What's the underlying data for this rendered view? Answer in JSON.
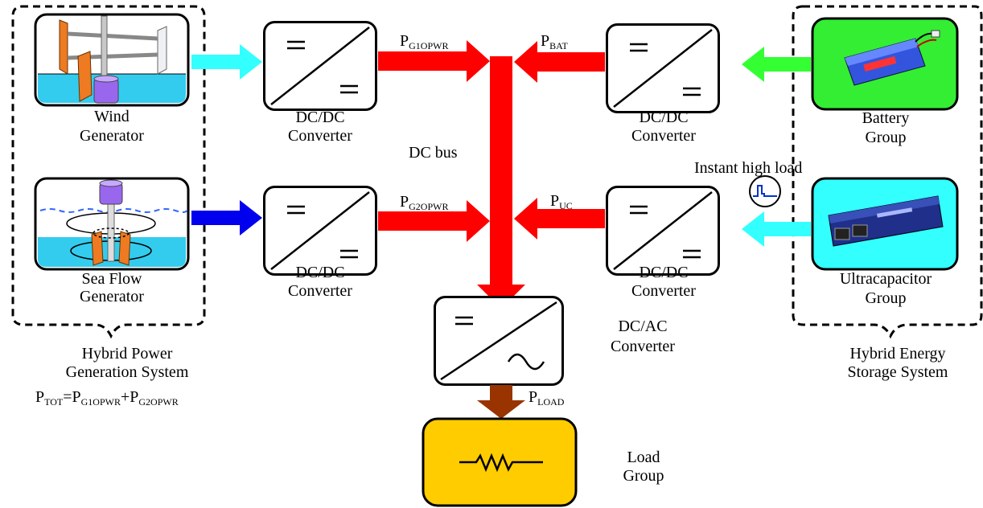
{
  "groups": {
    "generation": {
      "line1": "Hybrid Power",
      "line2": "Generation System"
    },
    "storage": {
      "line1": "Hybrid Energy",
      "line2": "Storage System"
    }
  },
  "sources": {
    "wind": {
      "line1": "Wind",
      "line2": "Generator"
    },
    "sea": {
      "line1": "Sea Flow",
      "line2": "Generator"
    },
    "battery": {
      "line1": "Battery",
      "line2": "Group"
    },
    "ultracap": {
      "line1": "Ultracapacitor",
      "line2": "Group"
    }
  },
  "converters": {
    "dcdc": {
      "line1": "DC/DC",
      "line2": "Converter"
    },
    "dcac": {
      "line1": "DC/AC",
      "line2": "Converter"
    }
  },
  "load": {
    "line1": "Load",
    "line2": "Group"
  },
  "bus": {
    "label": "DC bus"
  },
  "instant_load": "Instant high load",
  "powers": {
    "g1": {
      "main": "P",
      "sub": "G1OPWR"
    },
    "g2": {
      "main": "P",
      "sub": "G2OPWR"
    },
    "bat": {
      "main": "P",
      "sub": "BAT"
    },
    "uc": {
      "main": "P",
      "sub": "UC"
    },
    "load": {
      "main": "P",
      "sub": "LOAD"
    }
  },
  "equation": {
    "p1": "P",
    "s1": "TOT",
    "eq": "=",
    "p2": "P",
    "s2": "G1OPWR",
    "plus": "+",
    "p3": "P",
    "s3": "G2OPWR"
  },
  "colors": {
    "bus": "#ff0000",
    "wind_arrow": "#33ffff",
    "sea_arrow": "#0000ee",
    "battery_arrow": "#33ff33",
    "ultracap_arrow": "#33ffff",
    "load_arrow": "#993300",
    "battery_fill": "#33ee33",
    "ultracap_fill": "#33ffff",
    "load_fill": "#ffcc00",
    "water": "#33ccee"
  }
}
